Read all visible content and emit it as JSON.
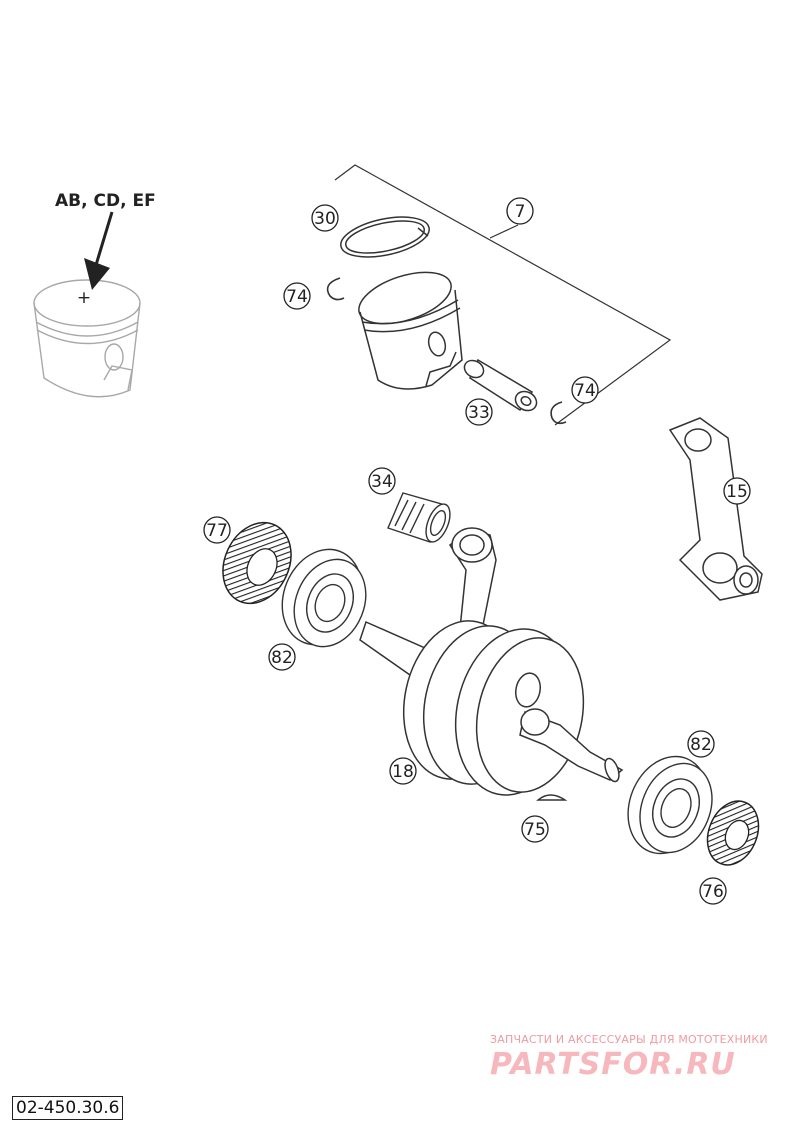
{
  "diagram": {
    "piston_marking_label": "AB, CD, EF",
    "callouts": {
      "piston_kit": "7",
      "piston_ring": "30",
      "circlip_left": "74",
      "circlip_right": "74",
      "piston_pin": "33",
      "needle_bearing": "34",
      "conrod": "15",
      "seal_left": "77",
      "bearing_left": "82",
      "crankshaft": "18",
      "bearing_right": "82",
      "woodruff_key": "75",
      "seal_right": "76"
    }
  },
  "footer": {
    "drawing_code": "02-450.30.6",
    "watermark_tagline": "ЗАПЧАСТИ И АКСЕССУАРЫ ДЛЯ МОТОТЕХНИКИ",
    "watermark_brand": "PARTSFOR.RU"
  },
  "colors": {
    "line": "#333333",
    "faint_line": "#9a9a9a",
    "watermark": "#f7b8bd"
  }
}
